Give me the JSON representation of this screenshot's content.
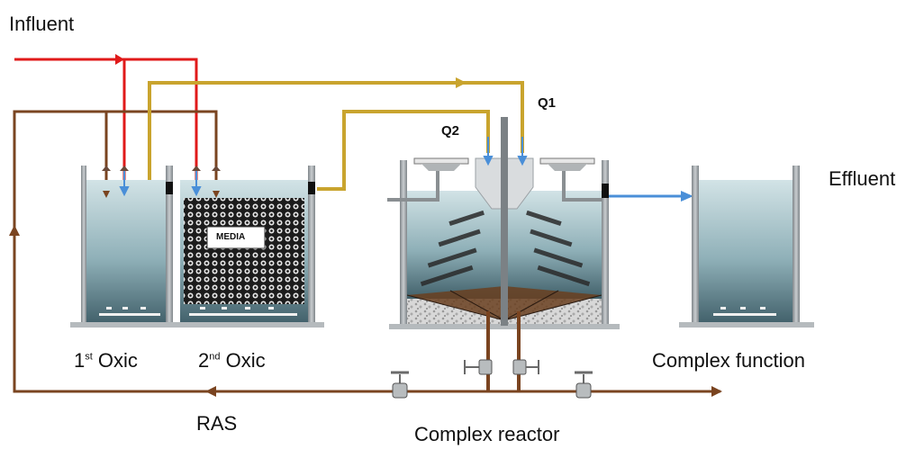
{
  "labels": {
    "influent": "Influent",
    "effluent": "Effluent",
    "q1": "Q1",
    "q2": "Q2",
    "media": "MEDIA",
    "oxic1_num": "1",
    "oxic1_sup": "st",
    "oxic1_word": " Oxic",
    "oxic2_num": "2",
    "oxic2_sup": "nd",
    "oxic2_word": " Oxic",
    "complex_function": "Complex function",
    "ras": "RAS",
    "complex_reactor": "Complex reactor"
  },
  "colors": {
    "influent_line": "#e01a1a",
    "ras_line": "#7a4420",
    "q_line": "#c9a42e",
    "effluent_line": "#4a8fd8",
    "water_top": "#c4dadf",
    "water_bottom": "#4a6e78",
    "tank_wall": "#9aa0a4"
  }
}
